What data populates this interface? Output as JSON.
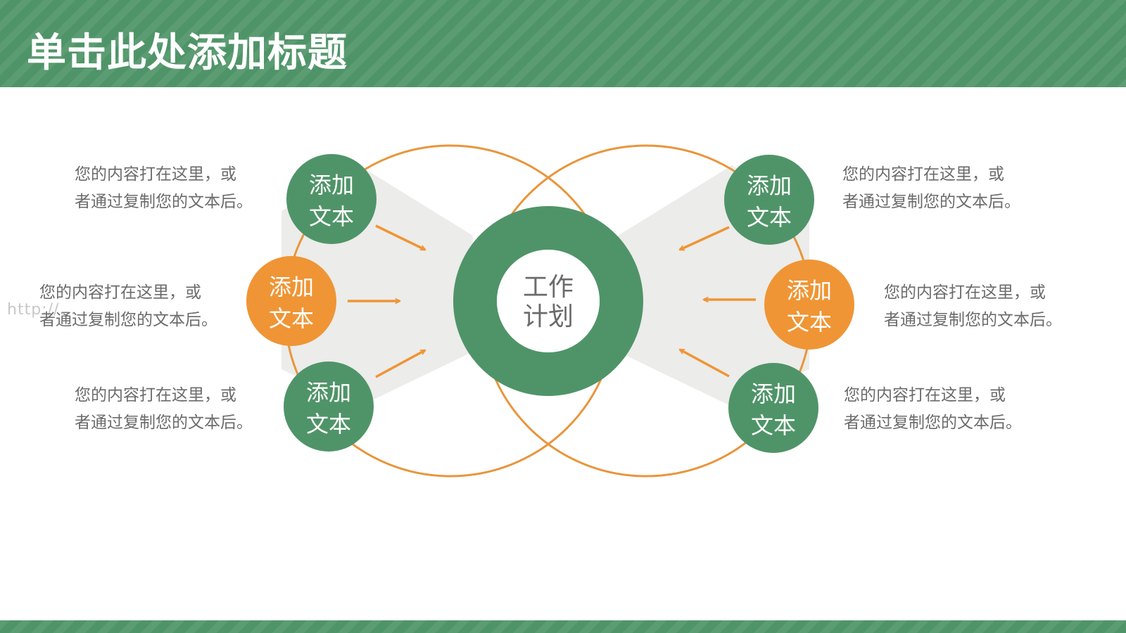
{
  "slide": {
    "title": "单击此处添加标题",
    "watermark": "http://...",
    "colors": {
      "green": "#4f9468",
      "orange": "#ef9535",
      "orange_line": "#e9953a",
      "gray_fan": "#ececea",
      "text": "#6b6b6b"
    }
  },
  "center": {
    "line1": "工作",
    "line2": "计划"
  },
  "nodes": [
    {
      "id": "left-top",
      "line1": "添加",
      "line2": "文本",
      "color": "green"
    },
    {
      "id": "left-middle",
      "line1": "添加",
      "line2": "文本",
      "color": "orange"
    },
    {
      "id": "left-bottom",
      "line1": "添加",
      "line2": "文本",
      "color": "green"
    },
    {
      "id": "right-top",
      "line1": "添加",
      "line2": "文本",
      "color": "green"
    },
    {
      "id": "right-middle",
      "line1": "添加",
      "line2": "文本",
      "color": "orange"
    },
    {
      "id": "right-bottom",
      "line1": "添加",
      "line2": "文本",
      "color": "green"
    }
  ],
  "descriptions": [
    {
      "id": "left-top",
      "line1": "您的内容打在这里，或",
      "line2": "者通过复制您的文本后。"
    },
    {
      "id": "left-middle",
      "line1": "您的内容打在这里，或",
      "line2": "者通过复制您的文本后。"
    },
    {
      "id": "left-bottom",
      "line1": "您的内容打在这里，或",
      "line2": "者通过复制您的文本后。"
    },
    {
      "id": "right-top",
      "line1": "您的内容打在这里，或",
      "line2": "者通过复制您的文本后。"
    },
    {
      "id": "right-middle",
      "line1": "您的内容打在这里，或",
      "line2": "者通过复制您的文本后。"
    },
    {
      "id": "right-bottom",
      "line1": "您的内容打在这里，或",
      "line2": "者通过复制您的文本后。"
    }
  ]
}
